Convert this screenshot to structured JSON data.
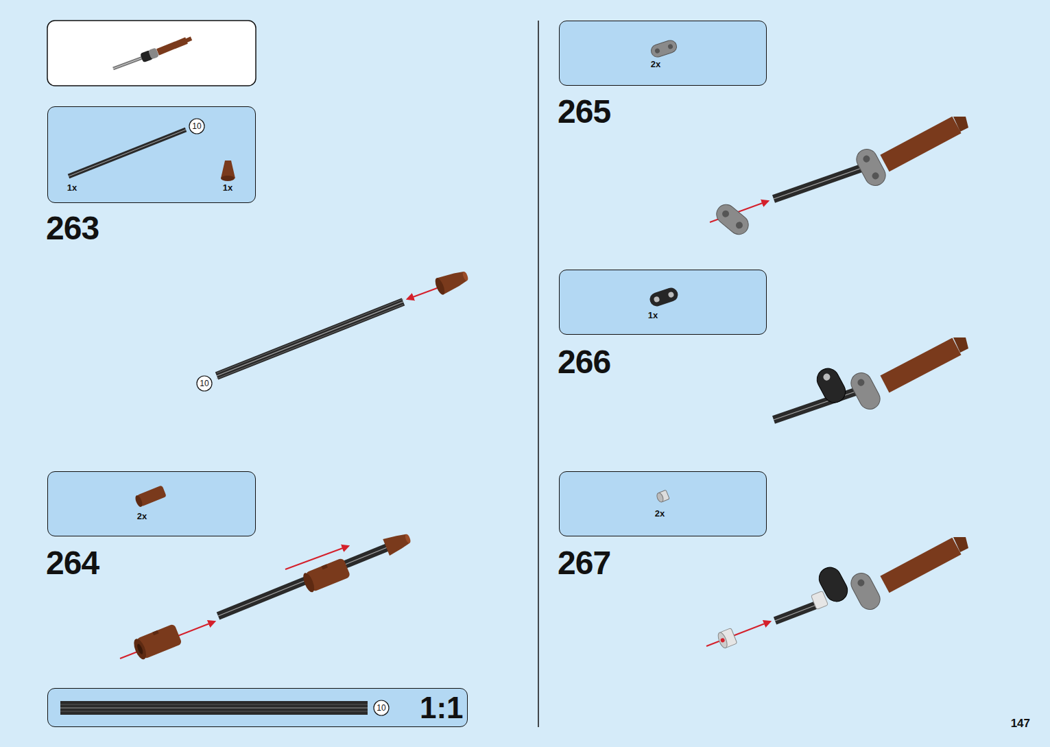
{
  "diagram": {
    "nodes": [
      {
        "text": [
          "10",
          "1x",
          "1x"
        ]
      },
      {
        "text": [
          "2x"
        ]
      },
      {
        "text": [
          "10",
          "1:1"
        ]
      },
      {
        "text": [
          "2x"
        ]
      },
      {
        "text": [
          "1x"
        ]
      },
      {
        "text": [
          "2x"
        ]
      }
    ],
    "labels": [
      "263",
      "10",
      "264",
      "265",
      "266",
      "267",
      "147"
    ]
  }
}
